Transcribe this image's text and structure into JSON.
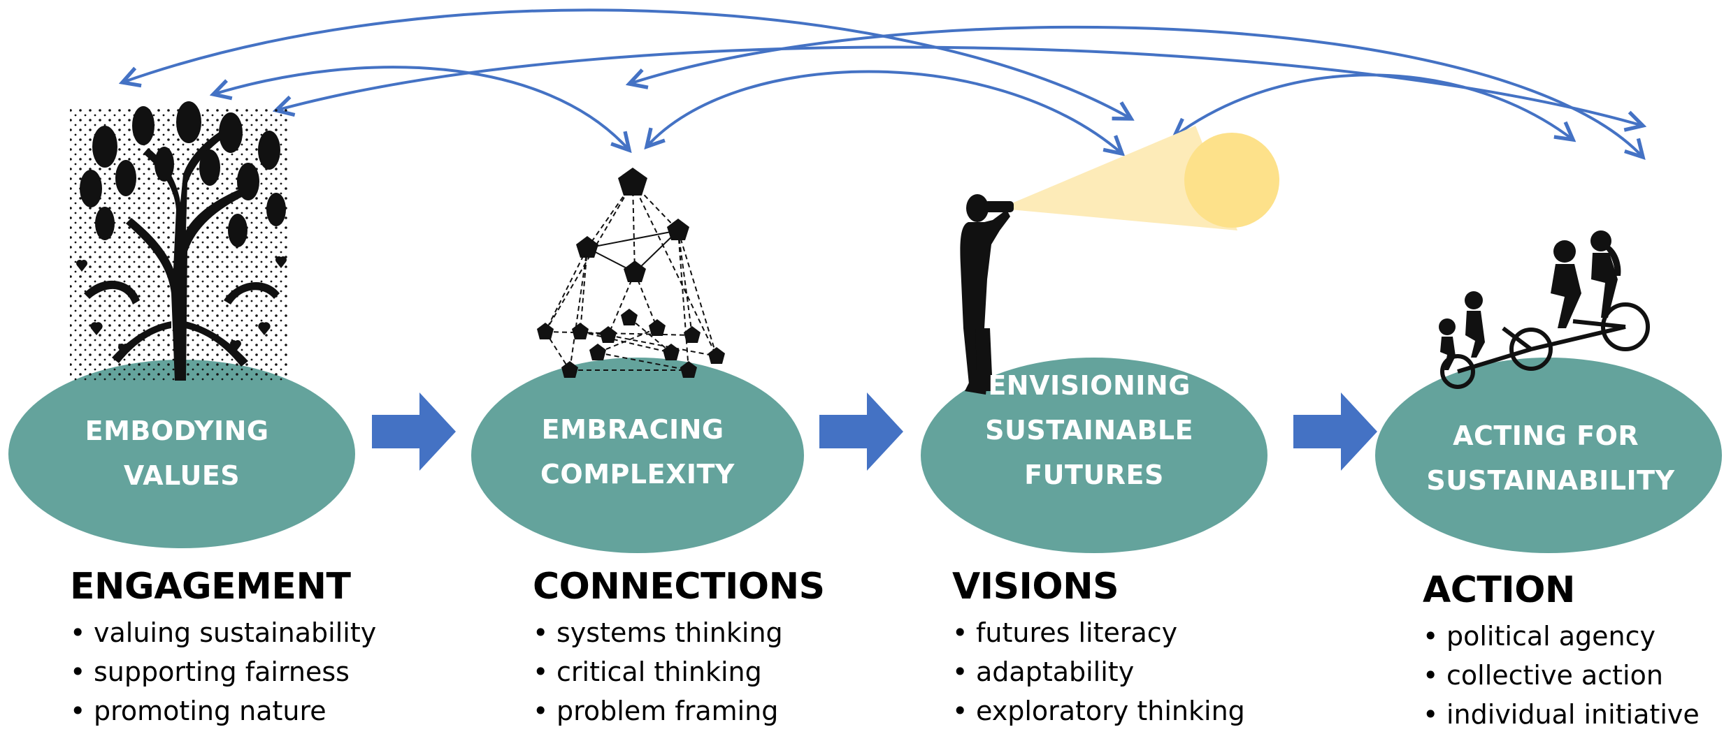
{
  "colors": {
    "ellipse_fill": "#64a39c",
    "arrow_blue": "#4472c4",
    "sun_fill": "#fde18a",
    "beam_fill": "#fdebb8",
    "silhouette": "#111111"
  },
  "stages": [
    {
      "label_lines": [
        "EMBODYING",
        "VALUES"
      ],
      "icon": "tree-of-hearts-icon"
    },
    {
      "label_lines": [
        "EMBRACING",
        "COMPLEXITY"
      ],
      "icon": "network-icon"
    },
    {
      "label_lines": [
        "ENVISIONING",
        "SUSTAINABLE",
        "FUTURES"
      ],
      "icon": "person-with-binoculars-icon"
    },
    {
      "label_lines": [
        "ACTING FOR",
        "SUSTAINABILITY"
      ],
      "icon": "family-on-bicycles-icon"
    }
  ],
  "columns": [
    {
      "heading": "ENGAGEMENT",
      "items": [
        "valuing sustainability",
        "supporting fairness",
        "promoting nature"
      ]
    },
    {
      "heading": "CONNECTIONS",
      "items": [
        "systems thinking",
        "critical thinking",
        "problem framing"
      ]
    },
    {
      "heading": "VISIONS",
      "items": [
        "futures literacy",
        "adaptability",
        "exploratory thinking"
      ]
    },
    {
      "heading": "ACTION",
      "items": [
        "political agency",
        "collective action",
        "individual initiative"
      ]
    }
  ],
  "bullet_glyph": "•"
}
